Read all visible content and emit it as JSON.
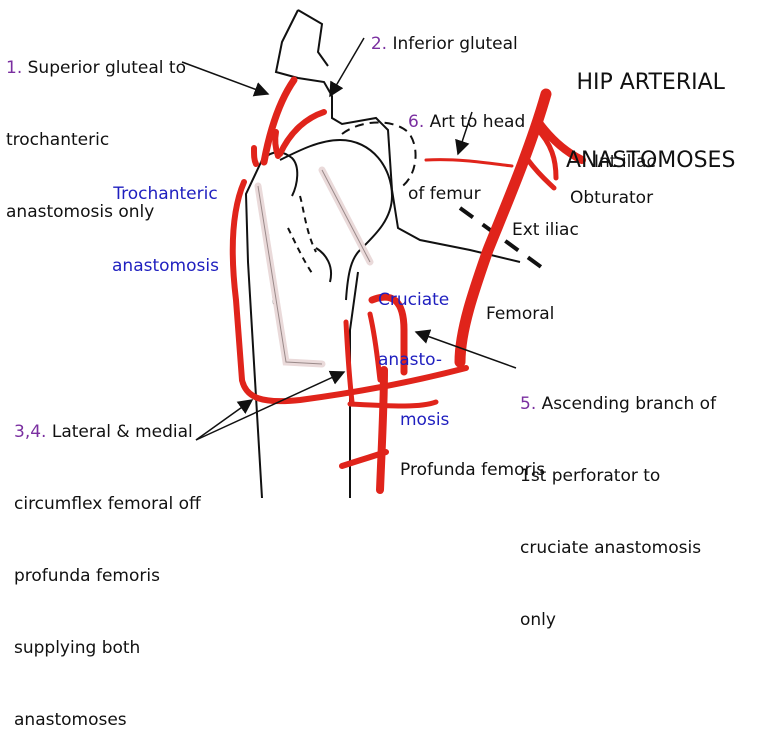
{
  "title": {
    "line1": "HIP ARTERIAL",
    "line2": "ANASTOMOSES"
  },
  "labels": {
    "l1_num": "1.",
    "l1_line1": " Superior gluteal to",
    "l1_line2": "trochanteric",
    "l1_line3": "anastomosis only",
    "l2_num": "2.",
    "l2_text": " Inferior gluteal",
    "l6_num": "6.",
    "l6_line1": " Art to head",
    "l6_line2": "of femur",
    "troch_line1": "Trochanteric",
    "troch_line2": "anastomosis",
    "int_iliac": "Int iliac",
    "obturator": "Obturator",
    "ext_iliac": "Ext iliac",
    "cruciate_line1": "Cruciate",
    "cruciate_line2": "anasto-",
    "cruciate_line3": "mosis",
    "femoral": "Femoral",
    "l5_num": "5.",
    "l5_line1": " Ascending branch of",
    "l5_line2": "1st perforator to",
    "l5_line3": "cruciate anastomosis",
    "l5_line4": "only",
    "l34_num": "3,4.",
    "l34_line1": " Lateral & medial",
    "l34_line2": "circumflex femoral off",
    "l34_line3": "profunda femoris",
    "l34_line4": "supplying both",
    "l34_line5": "anastomoses",
    "profunda": "Profunda femoris"
  },
  "colors": {
    "artery": "#e0241b",
    "number": "#7a2fa0",
    "anastomosis_label": "#1f1fbf",
    "outline": "#111111"
  }
}
